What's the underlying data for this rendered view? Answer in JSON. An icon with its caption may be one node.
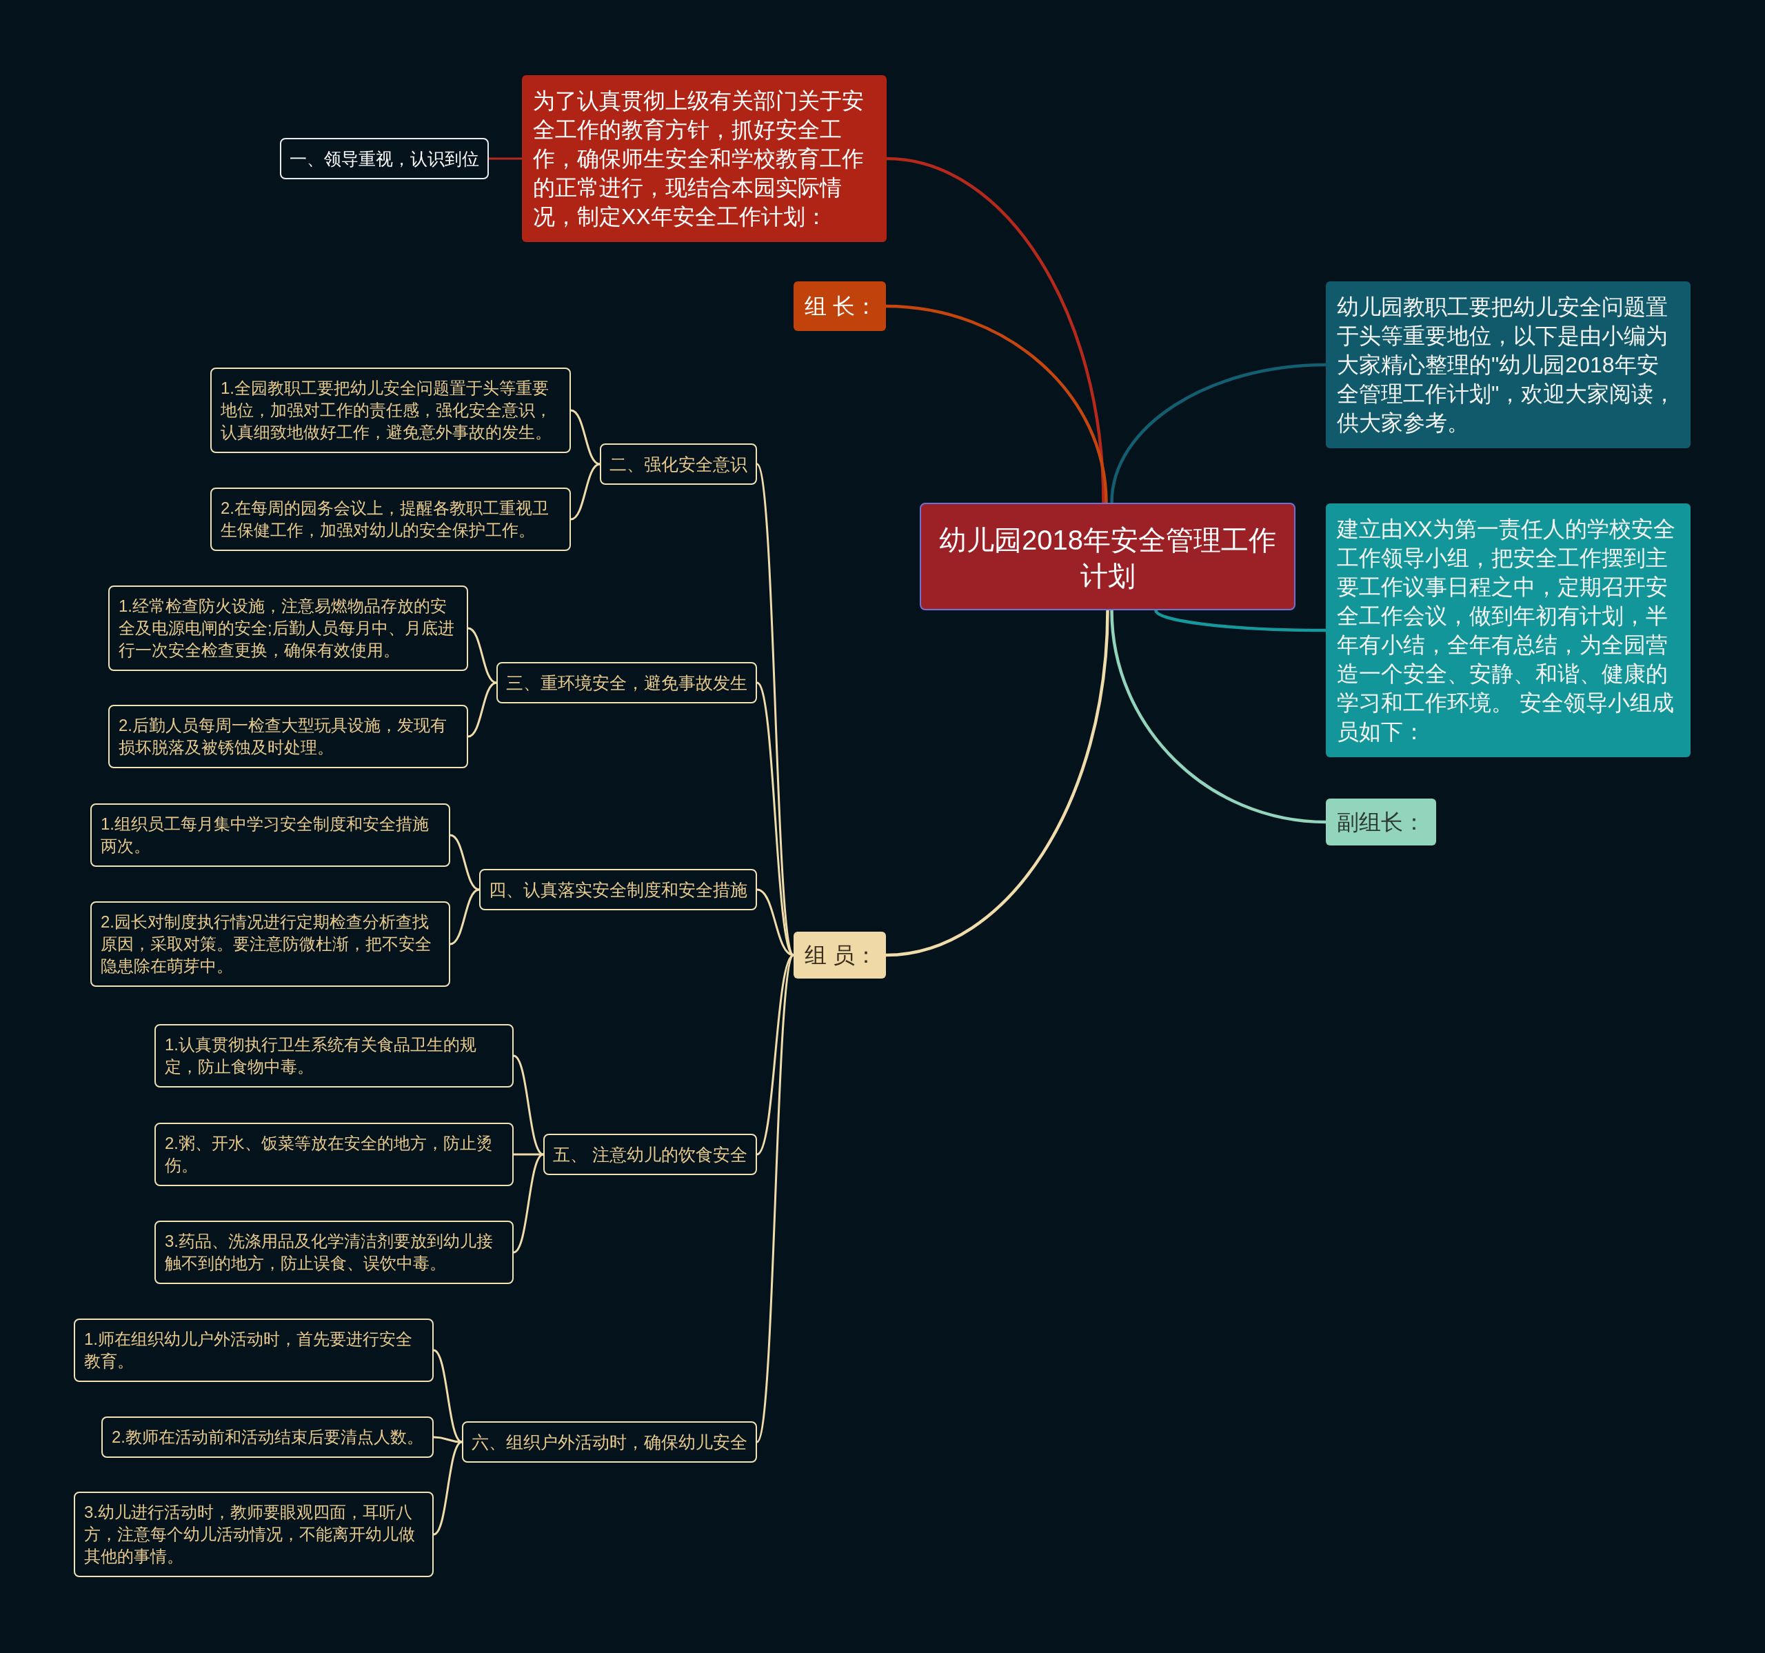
{
  "diagram": {
    "nodes": [
      {
        "text": [
          "幼儿园2018年安全管理工作计划"
        ]
      },
      {
        "text": [
          "为了认真贯彻上级有关部门关于安全工作的教育方针，抓好安全工作，确保师生安全和学校教育工作的正常进行，现结合本园实际情况，制定XX年安全工作计划："
        ]
      },
      {
        "text": [
          "一、领导重视，认识到位"
        ]
      },
      {
        "text": [
          "组 长："
        ]
      },
      {
        "text": [
          "幼儿园教职工要把幼儿安全问题置于头等重要地位，以下是由小编为大家精心整理的\"幼儿园2018年安全管理工作计划\"，欢迎大家阅读，供大家参考。"
        ]
      },
      {
        "text": [
          "建立由XX为第一责任人的学校安全工作领导小组，把安全工作摆到主要工作议事日程之中，定期召开安全工作会议，做到年初有计划，半年有小结，全年有总结，为全园营造一个安全、安静、和谐、健康的学习和工作环境。 安全领导小组成员如下："
        ]
      },
      {
        "text": [
          "副组长："
        ]
      },
      {
        "text": [
          "组 员："
        ]
      },
      {
        "text": [
          "二、强化安全意识"
        ]
      },
      {
        "text": [
          "1.全园教职工要把幼儿安全问题置于头等重要地位，加强对工作的责任感，强化安全意识，认真细致地做好工作，避免意外事故的发生。"
        ]
      },
      {
        "text": [
          "2.在每周的园务会议上，提醒各教职工重视卫生保健工作，加强对幼儿的安全保护工作。"
        ]
      },
      {
        "text": [
          "三、重环境安全，避免事故发生"
        ]
      },
      {
        "text": [
          "1.经常检查防火设施，注意易燃物品存放的安全及电源电闸的安全;后勤人员每月中、月底进行一次安全检查更换，确保有效使用。"
        ]
      },
      {
        "text": [
          "2.后勤人员每周一检查大型玩具设施，发现有损坏脱落及被锈蚀及时处理。"
        ]
      },
      {
        "text": [
          "四、认真落实安全制度和安全措施"
        ]
      },
      {
        "text": [
          "1.组织员工每月集中学习安全制度和安全措施两次。"
        ]
      },
      {
        "text": [
          "2.园长对制度执行情况进行定期检查分析查找原因，采取对策。要注意防微杜渐，把不安全隐患除在萌芽中。"
        ]
      },
      {
        "text": [
          "五、 注意幼儿的饮食安全"
        ]
      },
      {
        "text": [
          "1.认真贯彻执行卫生系统有关食品卫生的规定，防止食物中毒。"
        ]
      },
      {
        "text": [
          "2.粥、开水、饭菜等放在安全的地方，防止烫伤。"
        ]
      },
      {
        "text": [
          "3.药品、洗涤用品及化学清洁剂要放到幼儿接触不到的地方，防止误食、误饮中毒。"
        ]
      },
      {
        "text": [
          "六、组织户外活动时，确保幼儿安全"
        ]
      },
      {
        "text": [
          "1.师在组织幼儿户外活动时，首先要进行安全教育。"
        ]
      },
      {
        "text": [
          "2.教师在活动前和活动结束后要清点人数。"
        ]
      },
      {
        "text": [
          "3.幼儿进行活动时，教师要眼观四面，耳听八方，注意每个幼儿活动情况，不能离开幼儿做其他的事情。"
        ]
      }
    ],
    "edges": [
      {
        "from": 0,
        "to": 1,
        "arrow": "none",
        "color": "#b5281c"
      },
      {
        "from": 1,
        "to": 2,
        "arrow": "none",
        "color": "#b5281c"
      },
      {
        "from": 0,
        "to": 3,
        "arrow": "none",
        "color": "#c4460e"
      },
      {
        "from": 0,
        "to": 4,
        "arrow": "none",
        "color": "#135e70"
      },
      {
        "from": 0,
        "to": 5,
        "arrow": "none",
        "color": "#16999c"
      },
      {
        "from": 0,
        "to": 6,
        "arrow": "none",
        "color": "#93d4bc"
      },
      {
        "from": 0,
        "to": 7,
        "arrow": "none"
      },
      {
        "from": 7,
        "to": 8,
        "arrow": "none"
      },
      {
        "from": 8,
        "to": 9,
        "arrow": "none"
      },
      {
        "from": 8,
        "to": 10,
        "arrow": "none"
      },
      {
        "from": 7,
        "to": 11,
        "arrow": "none"
      },
      {
        "from": 11,
        "to": 12,
        "arrow": "none"
      },
      {
        "from": 11,
        "to": 13,
        "arrow": "none"
      },
      {
        "from": 7,
        "to": 14,
        "arrow": "none"
      },
      {
        "from": 14,
        "to": 15,
        "arrow": "none"
      },
      {
        "from": 14,
        "to": 16,
        "arrow": "none"
      },
      {
        "from": 7,
        "to": 17,
        "arrow": "none"
      },
      {
        "from": 17,
        "to": 18,
        "arrow": "none"
      },
      {
        "from": 17,
        "to": 19,
        "arrow": "none"
      },
      {
        "from": 17,
        "to": 20,
        "arrow": "none"
      },
      {
        "from": 7,
        "to": 21,
        "arrow": "none"
      },
      {
        "from": 21,
        "to": 22,
        "arrow": "none"
      },
      {
        "from": 21,
        "to": 23,
        "arrow": "none"
      },
      {
        "from": 21,
        "to": 24,
        "arrow": "none"
      }
    ]
  }
}
